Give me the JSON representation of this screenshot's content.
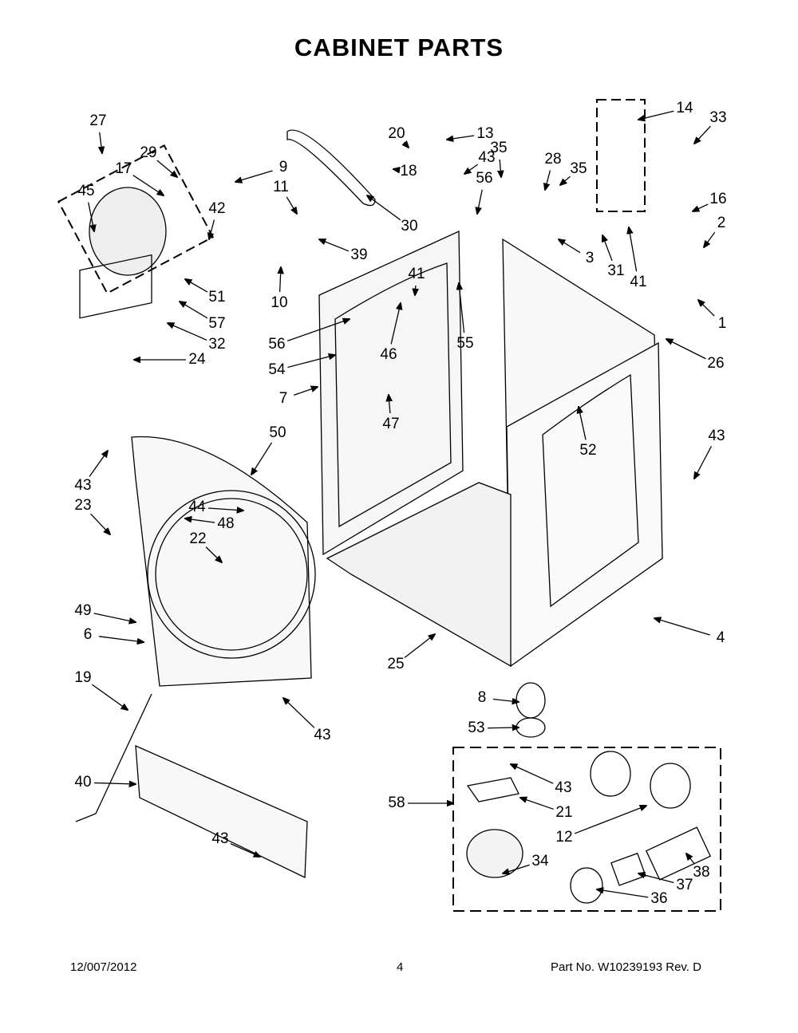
{
  "title": "CABINET PARTS",
  "parts": [
    "27",
    "29",
    "17",
    "45",
    "9",
    "42",
    "51",
    "57",
    "32",
    "24",
    "20",
    "13",
    "18",
    "11",
    "30",
    "39",
    "10",
    "43",
    "35",
    "28",
    "35",
    "56",
    "14",
    "33",
    "16",
    "2",
    "3",
    "31",
    "41",
    "1",
    "26",
    "41",
    "55",
    "46",
    "56",
    "54",
    "7",
    "47",
    "52",
    "50",
    "43",
    "43",
    "23",
    "44",
    "48",
    "22",
    "49",
    "6",
    "4",
    "25",
    "19",
    "8",
    "53",
    "43",
    "40",
    "58",
    "43",
    "21",
    "12",
    "38",
    "34",
    "37",
    "36",
    "43"
  ],
  "footer": {
    "date": "12/007/2012",
    "page": "4",
    "part_no": "Part No.  W10239193  Rev.  D"
  }
}
